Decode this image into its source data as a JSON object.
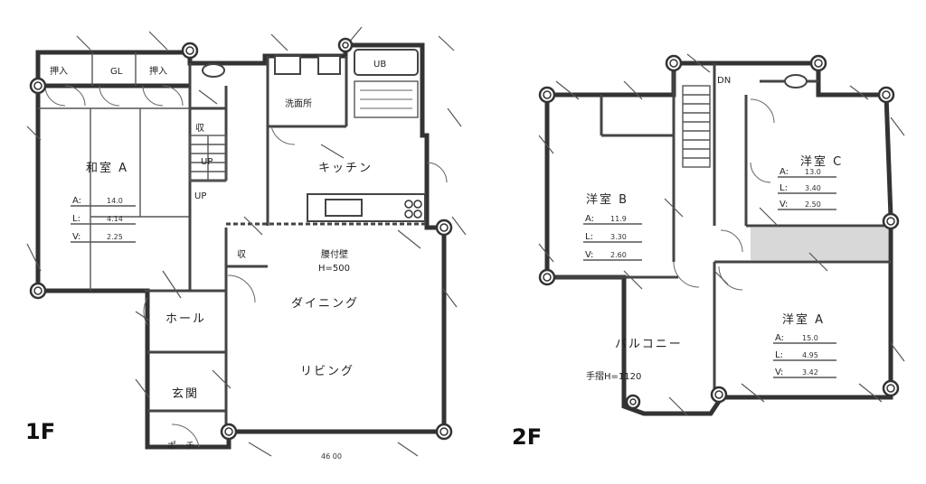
{
  "floors": [
    {
      "label": "1F",
      "rooms": {
        "oshiire_1": "押入",
        "oshiire_2": "押入",
        "closet_gl": "GL",
        "washroom": "洗面所",
        "ub": "UB",
        "storage_1": "収",
        "storage_2": "収",
        "stair_up_1": "UP",
        "stair_up_2": "UP",
        "washitsu": "和室 A",
        "kitchen": "キッチン",
        "counter": "腰付壁",
        "counter_height": "H=500",
        "storage_3": "収",
        "dining": "ダイニング",
        "living": "リビング",
        "hall": "ホール",
        "genkan": "玄関",
        "porch": "ポーチ",
        "bottom_note": "46 00"
      },
      "spec": {
        "a_label": "A:",
        "a_value": "14.0",
        "l_label": "L:",
        "l_value": "4.14",
        "v_label": "V:",
        "v_value": "2.25"
      }
    },
    {
      "label": "2F",
      "rooms": {
        "stair_dn": "DN",
        "yoshitsu_b": "洋室 B",
        "yoshitsu_c": "洋室 C",
        "yoshitsu_a": "洋室 A",
        "balcony": "バルコニー",
        "railing": "手摺H=1120"
      },
      "spec_b": {
        "a_label": "A:",
        "a_value": "11.9",
        "l_label": "L:",
        "l_value": "3.30",
        "v_label": "V:",
        "v_value": "2.60"
      },
      "spec_c": {
        "a_label": "A:",
        "a_value": "13.0",
        "l_label": "L:",
        "l_value": "3.40",
        "v_label": "V:",
        "v_value": "2.50"
      },
      "spec_a": {
        "a_label": "A:",
        "a_value": "15.0",
        "l_label": "L:",
        "l_value": "4.95",
        "v_label": "V:",
        "v_value": "3.42"
      }
    }
  ]
}
